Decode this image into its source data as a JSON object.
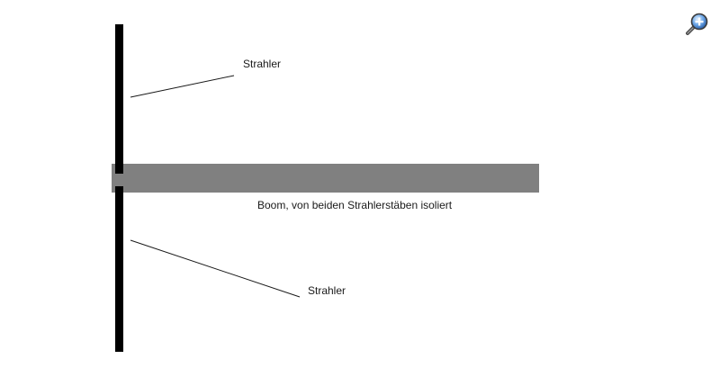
{
  "labels": {
    "radiator_top": "Strahler",
    "boom": "Boom, von beiden Strahlerstäben isoliert",
    "radiator_bottom": "Strahler"
  },
  "colors": {
    "radiator": "#000000",
    "boom": "#808080",
    "leader_line": "#1a1a1a",
    "zoom_icon_blue": "#3a7fd0"
  },
  "icons": {
    "zoom": "zoom-in-icon"
  }
}
